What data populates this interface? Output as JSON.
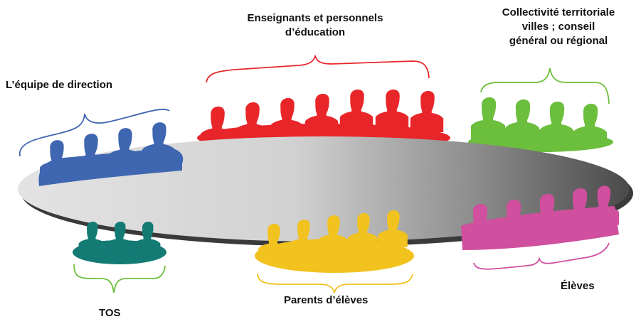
{
  "groups": {
    "direction": {
      "label": "L’équipe de direction",
      "color": "#3f66b0"
    },
    "enseignants": {
      "label_lines": [
        "Enseignants et personnels",
        "d’éducation"
      ],
      "color": "#e8262a"
    },
    "collectivite": {
      "label_lines": [
        "Collectivité territoriale",
        "villes ; conseil",
        "général ou régional"
      ],
      "color": "#6cbf3c"
    },
    "tos": {
      "label": "TOS",
      "color": "#137a74"
    },
    "parents": {
      "label": "Parents d’élèves",
      "color": "#f2c21e"
    },
    "eleves": {
      "label": "Élèves",
      "color": "#d04f9e"
    }
  }
}
